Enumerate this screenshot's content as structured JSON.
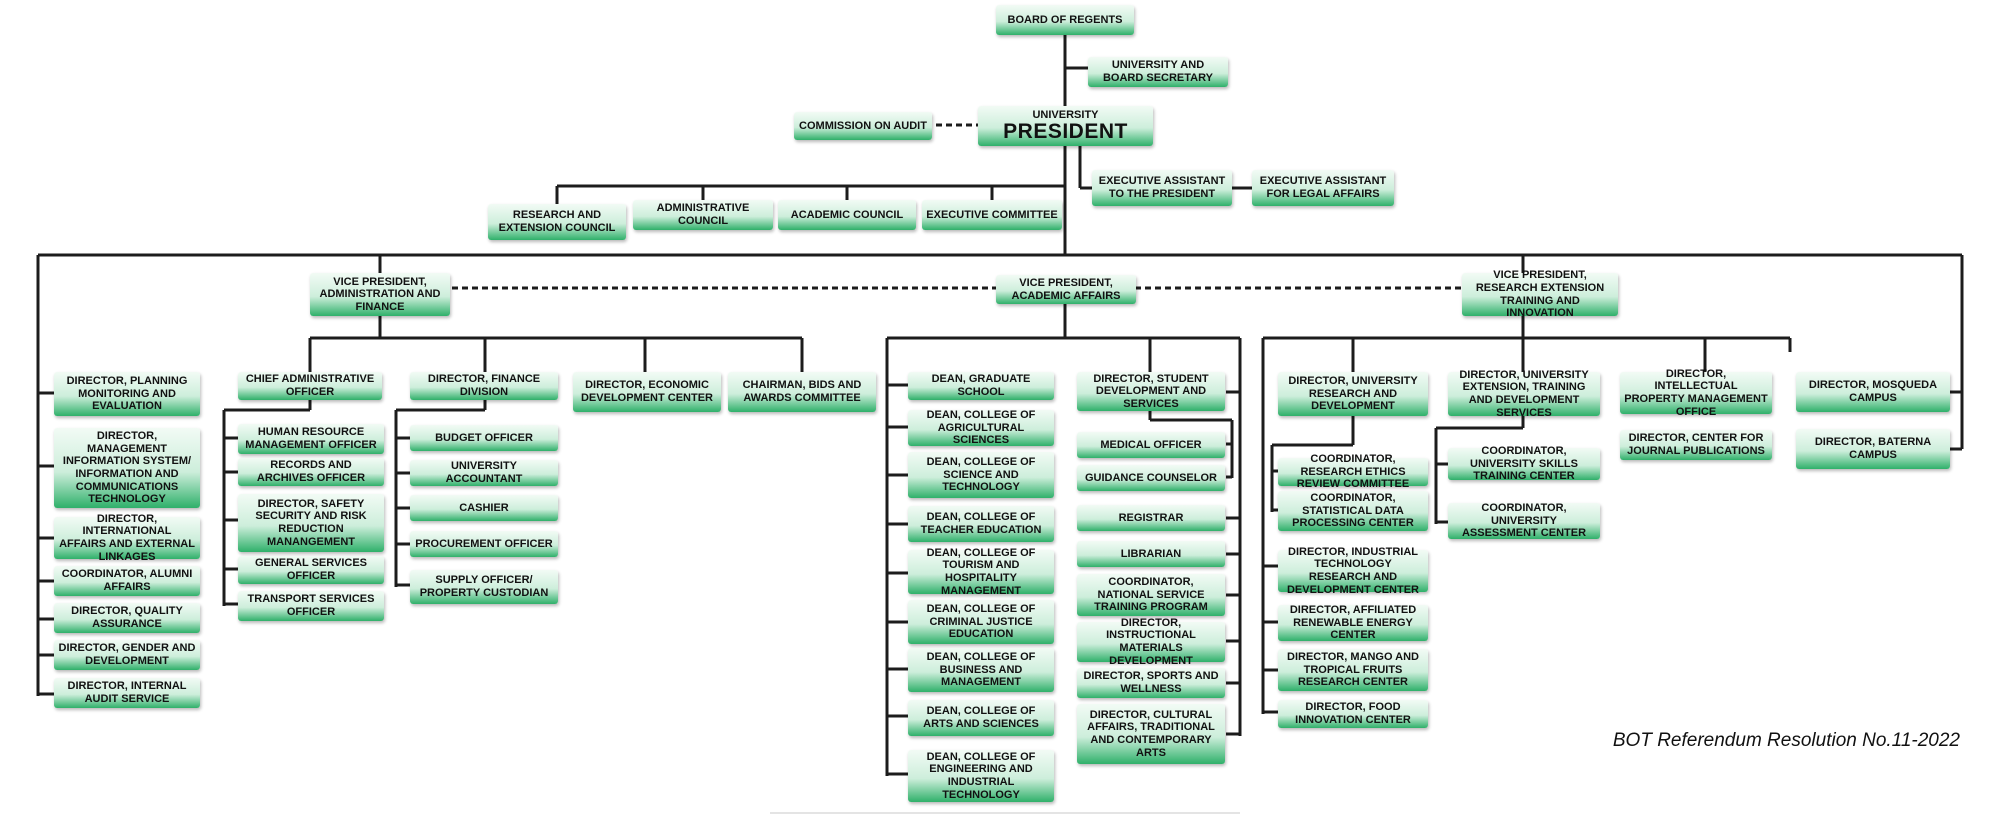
{
  "org_chart": {
    "board": "BOARD OF REGENTS",
    "board_secretary": "UNIVERSITY AND BOARD SECRETARY",
    "president_prefix": "UNIVERSITY",
    "president_title": "PRESIDENT",
    "commission_on_audit": "COMMISSION ON AUDIT",
    "exec_assistant_president": "EXECUTIVE ASSISTANT TO THE PRESIDENT",
    "exec_assistant_legal": "EXECUTIVE ASSISTANT FOR LEGAL AFFAIRS",
    "councils": [
      "RESEARCH AND EXTENSION COUNCIL",
      "ADMINISTRATIVE COUNCIL",
      "ACADEMIC COUNCIL",
      "EXECUTIVE COMMITTEE"
    ],
    "vp_admin": "VICE PRESIDENT, ADMINISTRATION AND FINANCE",
    "vp_academic": "VICE PRESIDENT, ACADEMIC AFFAIRS",
    "vp_research": "VICE PRESIDENT, RESEARCH EXTENSION TRAINING AND INNOVATION",
    "direct_offices": [
      "DIRECTOR, PLANNING MONITORING AND EVALUATION",
      "DIRECTOR, MANAGEMENT INFORMATION SYSTEM/ INFORMATION AND COMMUNICATIONS TECHNOLOGY",
      "DIRECTOR, INTERNATIONAL AFFAIRS AND EXTERNAL LINKAGES",
      "COORDINATOR, ALUMNI AFFAIRS",
      "DIRECTOR, QUALITY ASSURANCE",
      "DIRECTOR, GENDER AND DEVELOPMENT",
      "DIRECTOR, INTERNAL AUDIT SERVICE"
    ],
    "chief_admin": "CHIEF ADMINISTRATIVE OFFICER",
    "chief_admin_units": [
      "HUMAN RESOURCE MANAGEMENT OFFICER",
      "RECORDS AND ARCHIVES OFFICER",
      "DIRECTOR, SAFETY SECURITY AND RISK REDUCTION MANANGEMENT",
      "GENERAL SERVICES OFFICER",
      "TRANSPORT SERVICES OFFICER"
    ],
    "finance_director": "DIRECTOR, FINANCE DIVISION",
    "finance_units": [
      "BUDGET OFFICER",
      "UNIVERSITY ACCOUNTANT",
      "CASHIER",
      "PROCUREMENT OFFICER",
      "SUPPLY OFFICER/ PROPERTY CUSTODIAN"
    ],
    "economic_development": "DIRECTOR, ECONOMIC DEVELOPMENT CENTER",
    "bids_awards": "CHAIRMAN, BIDS AND AWARDS COMMITTEE",
    "deans": [
      "DEAN, GRADUATE SCHOOL",
      "DEAN, COLLEGE OF AGRICULTURAL SCIENCES",
      "DEAN, COLLEGE OF SCIENCE AND TECHNOLOGY",
      "DEAN, COLLEGE OF TEACHER EDUCATION",
      "DEAN, COLLEGE OF TOURISM AND HOSPITALITY MANAGEMENT",
      "DEAN, COLLEGE OF CRIMINAL JUSTICE EDUCATION",
      "DEAN, COLLEGE OF BUSINESS AND MANAGEMENT",
      "DEAN, COLLEGE OF ARTS AND SCIENCES",
      "DEAN, COLLEGE OF ENGINEERING AND INDUSTRIAL TECHNOLOGY"
    ],
    "student_dev": "DIRECTOR, STUDENT DEVELOPMENT AND SERVICES",
    "student_dev_units": [
      "MEDICAL OFFICER",
      "GUIDANCE COUNSELOR"
    ],
    "academic_units": [
      "REGISTRAR",
      "LIBRARIAN",
      "COORDINATOR, NATIONAL SERVICE TRAINING PROGRAM",
      "DIRECTOR, INSTRUCTIONAL MATERIALS DEVELOPMENT",
      "DIRECTOR, SPORTS AND WELLNESS",
      "DIRECTOR, CULTURAL AFFAIRS, TRADITIONAL AND CONTEMPORARY ARTS"
    ],
    "research_dev": "DIRECTOR, UNIVERSITY RESEARCH AND DEVELOPMENT",
    "research_dev_units": [
      "COORDINATOR, RESEARCH ETHICS REVIEW COMMITTEE",
      "COORDINATOR, STATISTICAL DATA PROCESSING CENTER"
    ],
    "research_centers": [
      "DIRECTOR, INDUSTRIAL TECHNOLOGY RESEARCH AND DEVELOPMENT CENTER",
      "DIRECTOR, AFFILIATED RENEWABLE ENERGY CENTER",
      "DIRECTOR, MANGO AND TROPICAL FRUITS RESEARCH CENTER",
      "DIRECTOR, FOOD INNOVATION CENTER"
    ],
    "extension": "DIRECTOR, UNIVERSITY EXTENSION, TRAINING AND DEVELOPMENT SERVICES",
    "extension_units": [
      "COORDINATOR, UNIVERSITY SKILLS TRAINING CENTER",
      "COORDINATOR, UNIVERSITY ASSESSMENT CENTER"
    ],
    "ip_office": "DIRECTOR, INTELLECTUAL PROPERTY MANAGEMENT OFFICE",
    "journal": "DIRECTOR, CENTER FOR JOURNAL PUBLICATIONS",
    "campuses": [
      "DIRECTOR, MOSQUEDA CAMPUS",
      "DIRECTOR, BATERNA CAMPUS"
    ]
  },
  "reference": "BOT Referendum Resolution No.11-2022",
  "colors": {
    "line": "#1c1c1c",
    "box_top": "#f2fbf5",
    "box_bottom": "#2fb06a"
  }
}
